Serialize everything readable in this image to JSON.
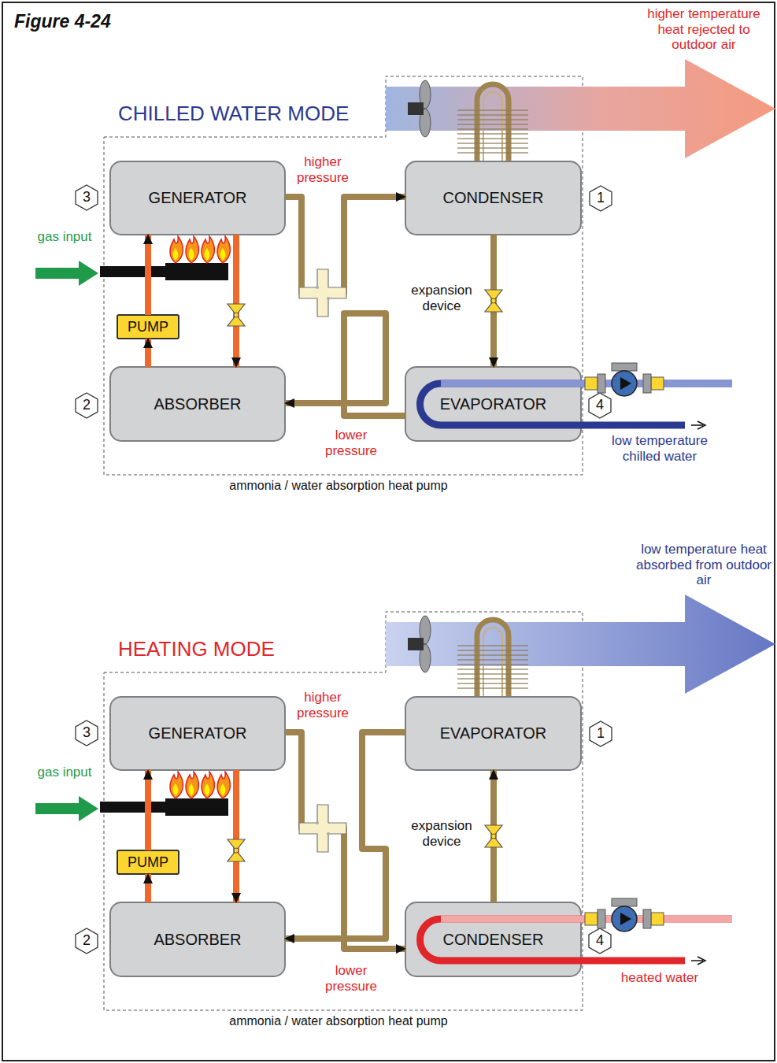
{
  "diagram": {
    "title": "Figure 4-24",
    "nodes": [
      {
        "text": [
          "GENERATOR"
        ]
      },
      {
        "text": [
          "CONDENSER"
        ]
      },
      {
        "text": [
          "PUMP"
        ]
      },
      {
        "text": [
          "ABSORBER"
        ]
      },
      {
        "text": [
          "EVAPORATOR"
        ]
      },
      {
        "text": [
          "GENERATOR"
        ]
      },
      {
        "text": [
          "EVAPORATOR"
        ]
      },
      {
        "text": [
          "PUMP"
        ]
      },
      {
        "text": [
          "ABSORBER"
        ]
      },
      {
        "text": [
          "CONDENSER"
        ]
      }
    ],
    "edges": [
      {
        "from": 0,
        "to": 1,
        "arrow": "to"
      },
      {
        "from": 1,
        "to": 4,
        "arrow": "to"
      },
      {
        "from": 4,
        "to": 3,
        "arrow": "to"
      },
      {
        "from": 3,
        "to": 2,
        "arrow": "to"
      },
      {
        "from": 2,
        "to": 0,
        "arrow": "to"
      },
      {
        "from": 0,
        "to": 3,
        "arrow": "to"
      },
      {
        "from": 5,
        "to": 9,
        "arrow": "to"
      },
      {
        "from": 9,
        "to": 6,
        "arrow": "to"
      },
      {
        "from": 6,
        "to": 8,
        "arrow": "to"
      },
      {
        "from": 8,
        "to": 7,
        "arrow": "to"
      },
      {
        "from": 7,
        "to": 5,
        "arrow": "to"
      },
      {
        "from": 5,
        "to": 8,
        "arrow": "to"
      }
    ],
    "labels": [
      "CHILLED WATER MODE",
      "higher temperature heat rejected to outdoor air",
      "higher pressure",
      "gas input",
      "expansion device",
      "lower pressure",
      "low temperature chilled water",
      "ammonia / water absorption heat pump",
      "3",
      "1",
      "2",
      "4",
      "HEATING MODE",
      "low temperature heat absorbed from outdoor air",
      "higher pressure",
      "gas input",
      "expansion device",
      "lower pressure",
      "heated water",
      "ammonia / water absorption heat pump",
      "3",
      "1",
      "2",
      "4"
    ]
  }
}
